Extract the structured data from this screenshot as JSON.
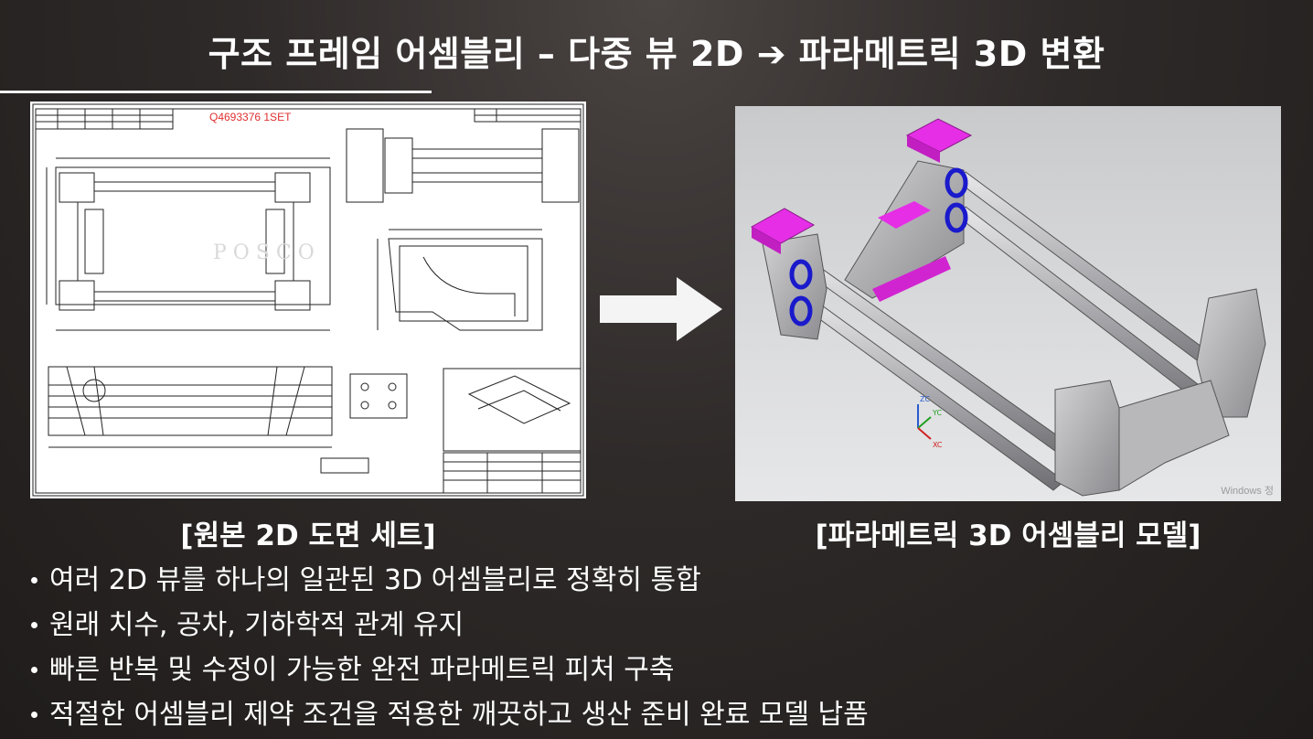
{
  "slide": {
    "title": "구조 프레임 어셈블리 – 다중 뷰 2D ➔ 파라메트릭 3D 변환"
  },
  "left_panel": {
    "caption": "[원본 2D 도면 세트]",
    "drawing_number": "Q4693376 1SET",
    "logo_text": "POSCO"
  },
  "right_panel": {
    "caption": "[파라메트릭 3D 어셈블리 모델]",
    "axis_labels": {
      "z": "ZC",
      "y": "YC",
      "x": "XC"
    },
    "os_watermark": "Windows 정"
  },
  "bullets": [
    "여러 2D 뷰를 하나의 일관된 3D 어셈블리로 정확히 통합",
    "원래 치수, 공차, 기하학적 관계 유지",
    "빠른 반복 및 수정이 가능한 완전 파라메트릭 피처 구축",
    "적절한 어셈블리 제약 조건을 적용한 깨끗하고 생산 준비 완료 모델 납품"
  ],
  "colors": {
    "accent_magenta": "#e62ee6",
    "ring_blue": "#1a1acc",
    "drawing_red": "#e03030"
  }
}
